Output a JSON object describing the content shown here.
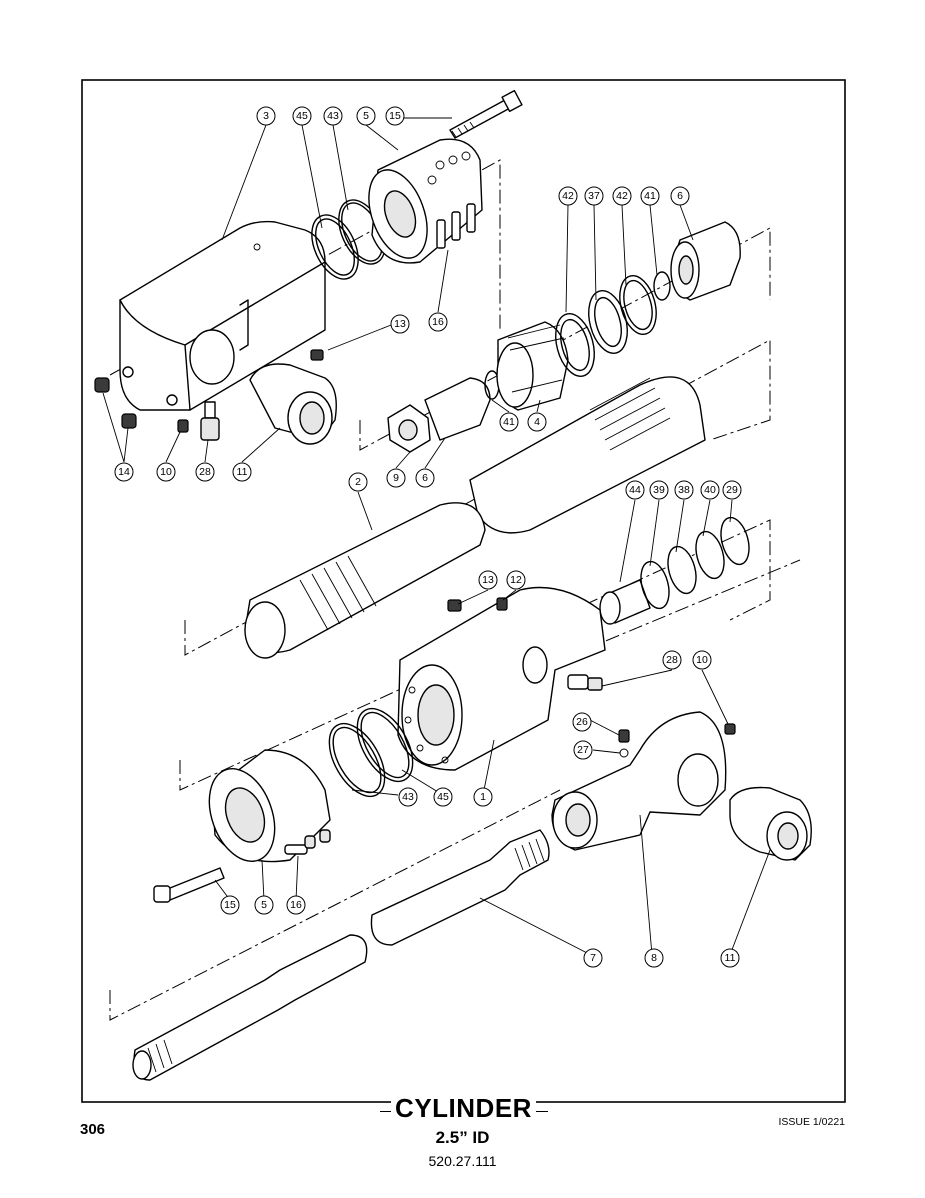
{
  "title": "CYLINDER",
  "subtitle": "2.5” ID",
  "part_number": "520.27.111",
  "page_number": "306",
  "issue": "ISSUE 1/0221",
  "callouts": {
    "c3": "3",
    "c45a": "45",
    "c43a": "43",
    "c5a": "5",
    "c15a": "15",
    "c42a": "42",
    "c37": "37",
    "c42b": "42",
    "c41a": "41",
    "c6a": "6",
    "c13a": "13",
    "c16a": "16",
    "c41b": "41",
    "c4": "4",
    "c14": "14",
    "c10a": "10",
    "c28a": "28",
    "c11a": "11",
    "c9": "9",
    "c6b": "6",
    "c2": "2",
    "c44": "44",
    "c39": "39",
    "c38": "38",
    "c40": "40",
    "c29": "29",
    "c13b": "13",
    "c12": "12",
    "c28b": "28",
    "c10b": "10",
    "c26": "26",
    "c27": "27",
    "c43b": "43",
    "c45b": "45",
    "c1": "1",
    "c15b": "15",
    "c5b": "5",
    "c16b": "16",
    "c7": "7",
    "c8": "8",
    "c11b": "11"
  }
}
